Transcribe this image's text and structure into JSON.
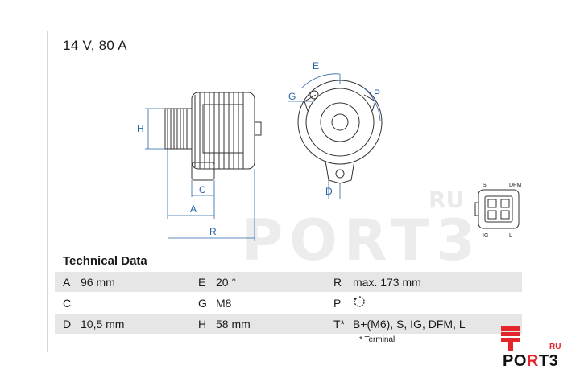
{
  "heading": "14 V, 80 A",
  "technical_title": "Technical Data",
  "rows": [
    {
      "k1": "A",
      "v1": "96 mm",
      "k2": "E",
      "v2": "20 °",
      "k3": "R",
      "v3": "max. 173 mm",
      "shaded": true
    },
    {
      "k1": "C",
      "v1": "",
      "k2": "G",
      "v2": "M8",
      "k3": "P",
      "v3": "",
      "shaded": false
    },
    {
      "k1": "D",
      "v1": "10,5 mm",
      "k2": "H",
      "v2": "58 mm",
      "k3": "T*",
      "v3": "B+(M6), S, IG, DFM, L",
      "shaded": true
    }
  ],
  "rotation_icon": "clockwise-rotation-icon",
  "footnote": "* Terminal",
  "drawing_labels": {
    "H": "H",
    "C": "C",
    "A": "A",
    "R": "R",
    "E": "E",
    "G": "G",
    "P": "P",
    "D": "D"
  },
  "connector_labels": {
    "S": "S",
    "DFM": "DFM",
    "IG": "IG",
    "L": "L"
  },
  "watermark": "PORT3",
  "watermark_ru": "RU",
  "logo": {
    "prefix": "PO",
    "highlight": "R",
    "suffix": "T3",
    "ru": "RU",
    "accent": "#e3262c"
  }
}
